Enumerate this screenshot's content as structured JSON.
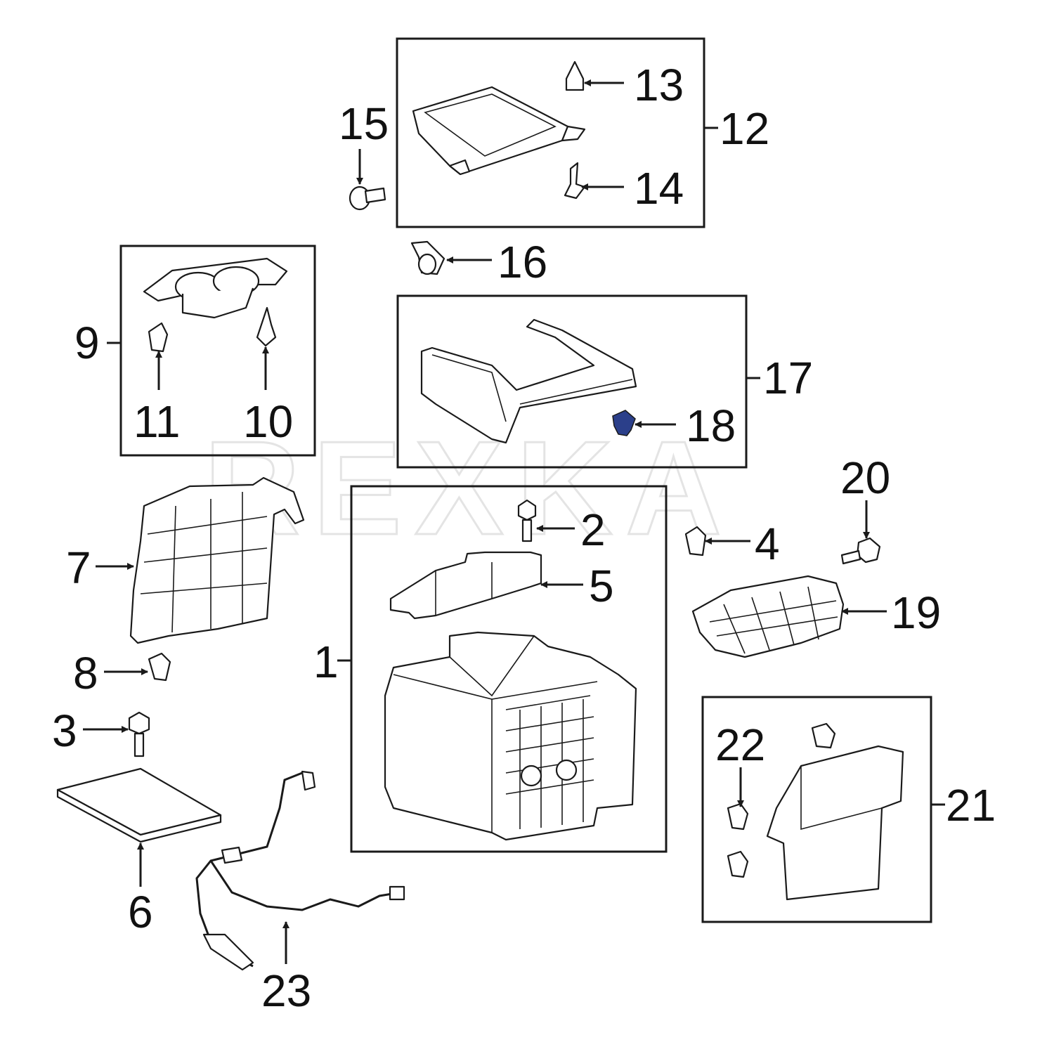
{
  "watermark": "REXKA",
  "callouts": {
    "c1": "1",
    "c2": "2",
    "c3": "3",
    "c4": "4",
    "c5": "5",
    "c6": "6",
    "c7": "7",
    "c8": "8",
    "c9": "9",
    "c10": "10",
    "c11": "11",
    "c12": "12",
    "c13": "13",
    "c14": "14",
    "c15": "15",
    "c16": "16",
    "c17": "17",
    "c18": "18",
    "c19": "19",
    "c20": "20",
    "c21": "21",
    "c22": "22",
    "c23": "23"
  },
  "colors": {
    "line": "#1a1a1a",
    "highlight": "#2b3f8a",
    "watermark": "#e4e4e4"
  }
}
